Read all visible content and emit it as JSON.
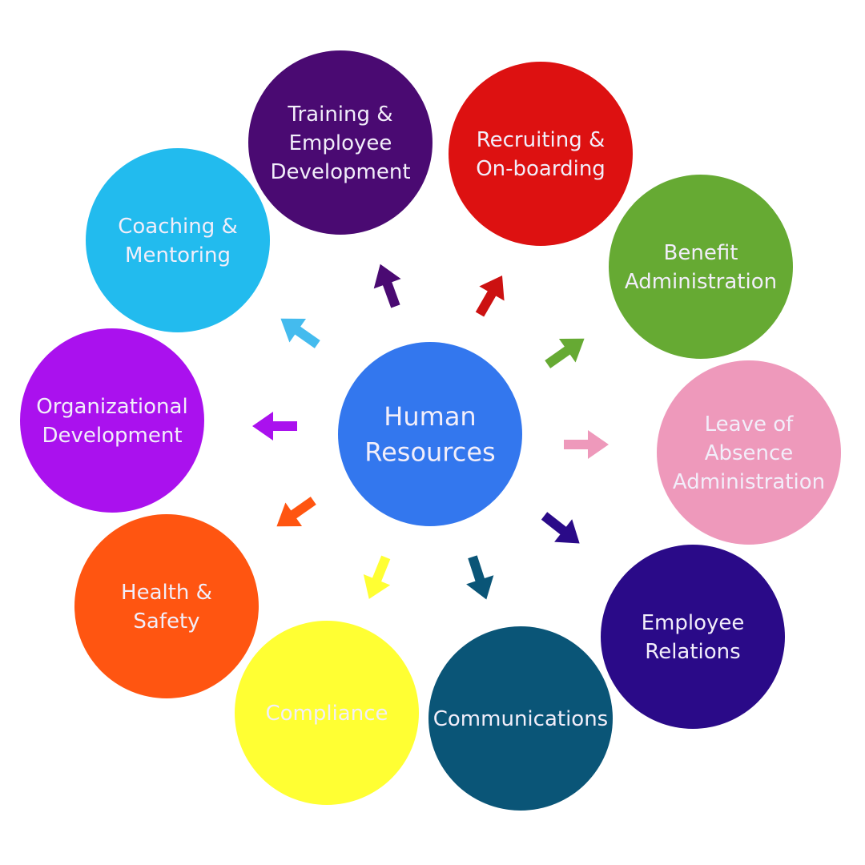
{
  "center": {
    "label_lines": [
      "Human",
      "Resources"
    ],
    "color": "#3377ee"
  },
  "nodes": [
    {
      "id": "training",
      "label_lines": [
        "Training &",
        "Employee",
        "Development"
      ],
      "color": "#4a0a72",
      "arrow_color": "#4a0a72"
    },
    {
      "id": "recruiting",
      "label_lines": [
        "Recruiting &",
        "On-boarding"
      ],
      "color": "#dd1111",
      "arrow_color": "#cc1111"
    },
    {
      "id": "benefit",
      "label_lines": [
        "Benefit",
        "Administration"
      ],
      "color": "#66aa33",
      "arrow_color": "#66aa33"
    },
    {
      "id": "leave",
      "label_lines": [
        "Leave of",
        "Absence",
        "Administration"
      ],
      "color": "#ee99bb",
      "arrow_color": "#ee99bb"
    },
    {
      "id": "employee-relations",
      "label_lines": [
        "Employee",
        "Relations"
      ],
      "color": "#2a0a88",
      "arrow_color": "#2a0a88"
    },
    {
      "id": "communications",
      "label_lines": [
        "Communications"
      ],
      "color": "#0a5577",
      "arrow_color": "#0a5577"
    },
    {
      "id": "compliance",
      "label_lines": [
        "Compliance"
      ],
      "color": "#ffff33",
      "arrow_color": "#ffff33"
    },
    {
      "id": "health-safety",
      "label_lines": [
        "Health &",
        "Safety"
      ],
      "color": "#ff5511",
      "arrow_color": "#ff5511"
    },
    {
      "id": "organizational",
      "label_lines": [
        "Organizational",
        "Development"
      ],
      "color": "#aa11ee",
      "arrow_color": "#aa11ee"
    },
    {
      "id": "coaching",
      "label_lines": [
        "Coaching &",
        "Mentoring"
      ],
      "color": "#22bbee",
      "arrow_color": "#44bbee"
    }
  ]
}
